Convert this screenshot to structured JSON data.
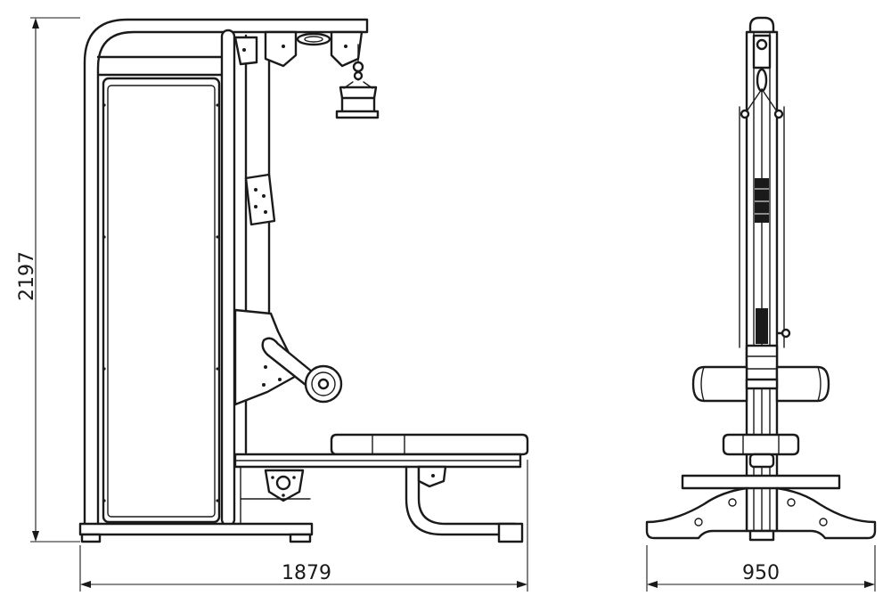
{
  "dimensions": {
    "height_label": "2197",
    "depth_label": "1879",
    "width_label": "950"
  }
}
